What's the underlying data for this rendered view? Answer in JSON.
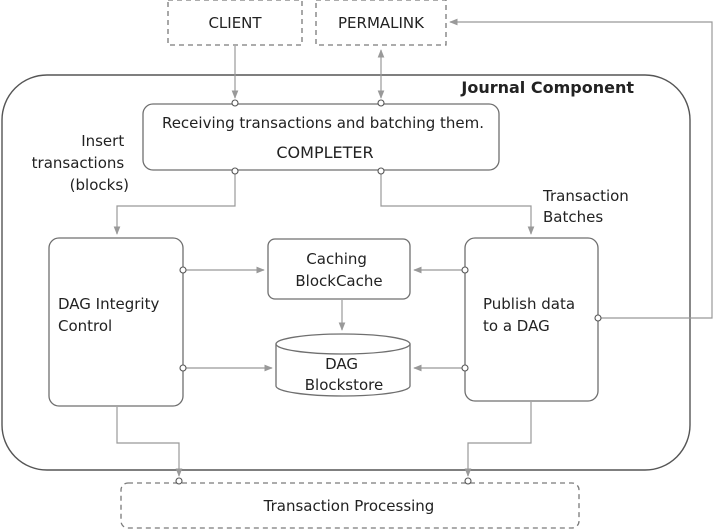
{
  "diagram": {
    "outer_title": "Journal Component",
    "client_label": "CLIENT",
    "permalink_label": "PERMALINK",
    "completer": {
      "line1": "Receiving transactions and batching them.",
      "line2": "COMPLETER"
    },
    "insert_label": [
      "Insert",
      "transactions",
      "(blocks)"
    ],
    "batches_label": [
      "Transaction",
      "Batches"
    ],
    "dag_integrity": [
      "DAG Integrity",
      "Control"
    ],
    "caching": [
      "Caching",
      "BlockCache"
    ],
    "blockstore": [
      "DAG",
      "Blockstore"
    ],
    "publish": [
      "Publish data",
      "to a DAG"
    ],
    "processing_label": "Transaction Processing",
    "colors": {
      "line": "#999999",
      "box_border": "#6f6f6f",
      "text": "#222222",
      "background": "#ffffff"
    }
  }
}
